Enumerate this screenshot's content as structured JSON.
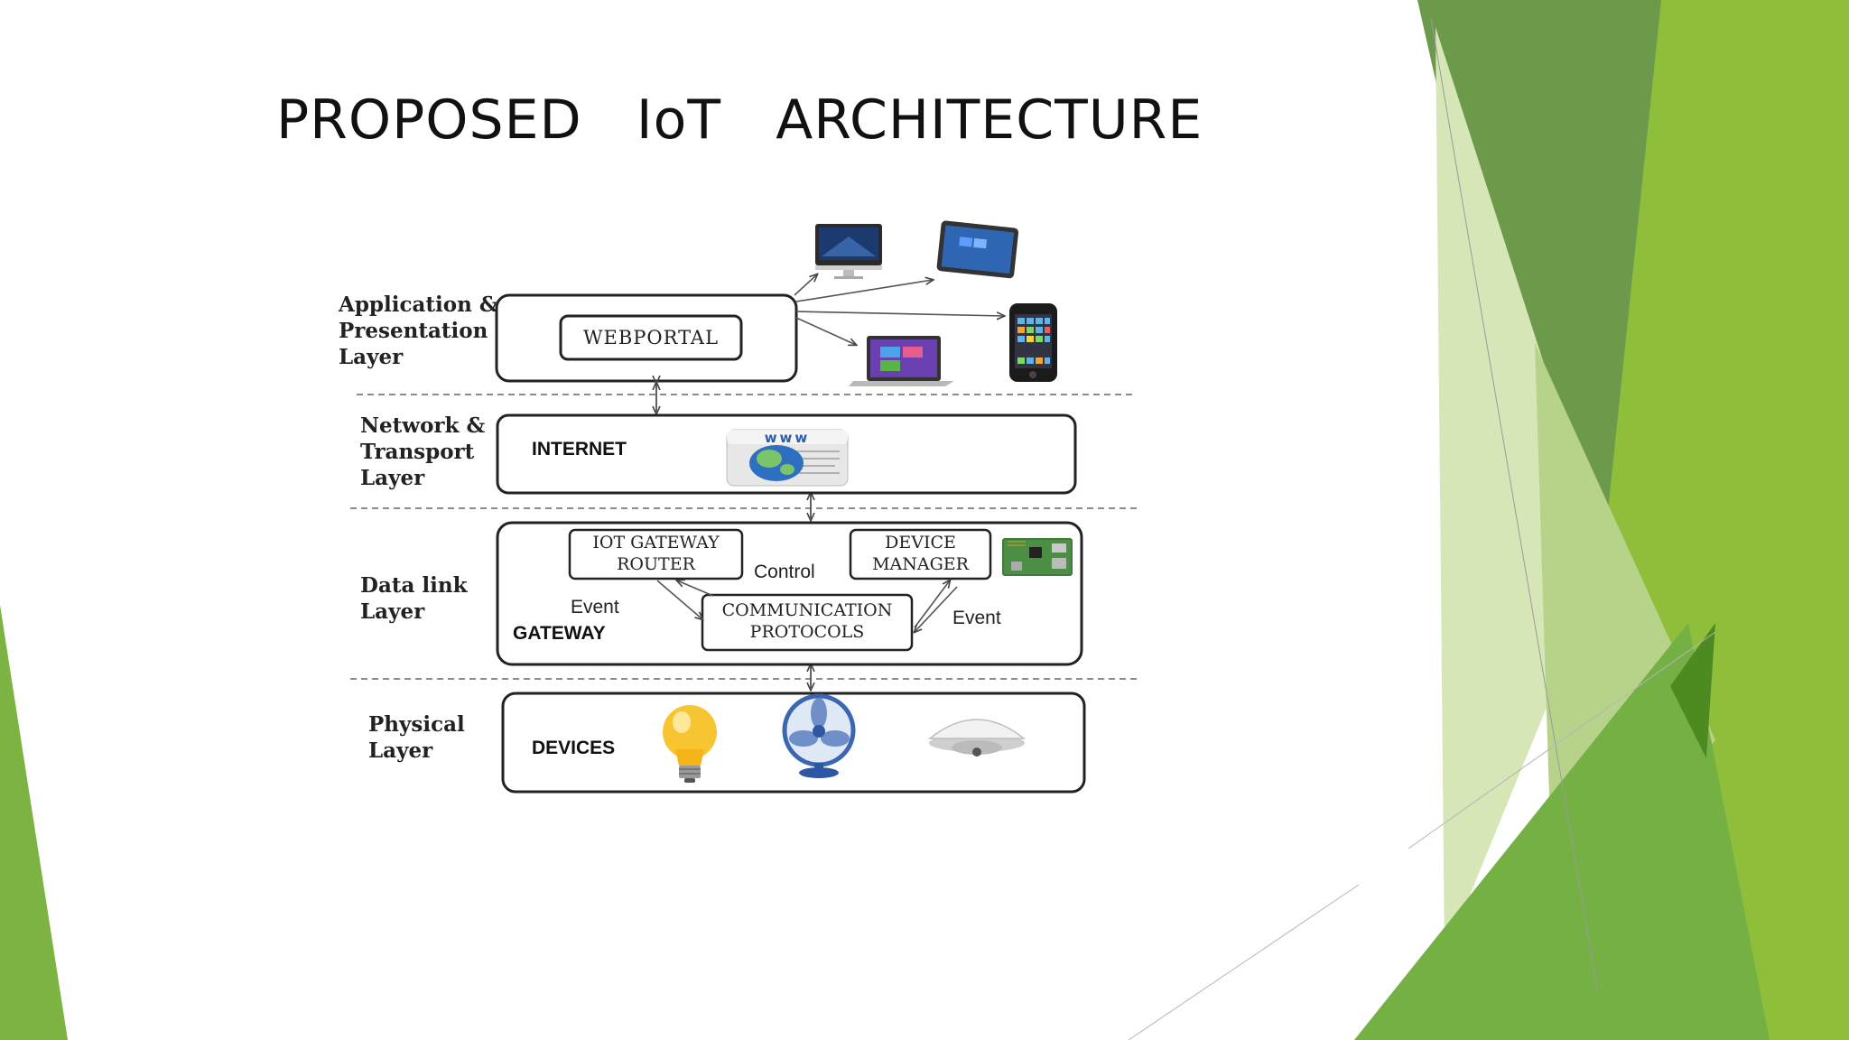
{
  "title": "PROPOSED   IoT   ARCHITECTURE",
  "layers": {
    "application": {
      "label_lines": [
        "Application &",
        "Presentation",
        "Layer"
      ],
      "box": "WEBPORTAL",
      "devices": [
        "desktop-computer",
        "tablet",
        "laptop",
        "smartphone"
      ]
    },
    "network": {
      "label_lines": [
        "Network &",
        "Transport",
        "Layer"
      ],
      "box": "INTERNET",
      "icon_text": "www"
    },
    "datalink": {
      "label_lines": [
        "Data link",
        "Layer"
      ],
      "gateway_label": "GATEWAY",
      "router_lines": [
        "IOT GATEWAY",
        "ROUTER"
      ],
      "manager_lines": [
        "DEVICE",
        "MANAGER"
      ],
      "protocols_lines": [
        "COMMUNICATION",
        "PROTOCOLS"
      ],
      "control": "Control",
      "event_left": "Event",
      "event_right": "Event"
    },
    "physical": {
      "label_lines": [
        "Physical",
        "Layer"
      ],
      "box": "DEVICES",
      "devices": [
        "light-bulb",
        "fan",
        "smoke-detector"
      ]
    }
  },
  "colors": {
    "green_dark": "#6d9a4a",
    "green_mid": "#7cb342",
    "green_bright": "#8fbf3a",
    "green_light": "#d6e6b7"
  }
}
